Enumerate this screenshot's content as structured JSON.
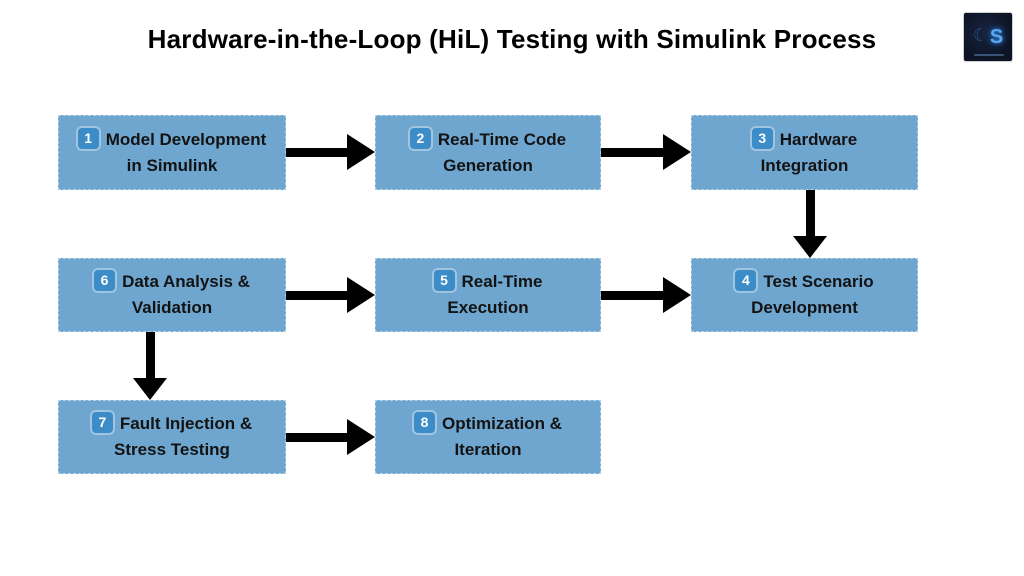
{
  "title": "Hardware-in-the-Loop (HiL) Testing with Simulink Process",
  "logo": {
    "crescent_glyph": "☾",
    "letter": "S"
  },
  "steps": [
    {
      "number": "1",
      "label": "Model Development\nin Simulink"
    },
    {
      "number": "2",
      "label": "Real-Time Code\nGeneration"
    },
    {
      "number": "3",
      "label": "Hardware\nIntegration"
    },
    {
      "number": "4",
      "label": "Test Scenario\nDevelopment"
    },
    {
      "number": "5",
      "label": "Real-Time\nExecution"
    },
    {
      "number": "6",
      "label": "Data Analysis &\nValidation"
    },
    {
      "number": "7",
      "label": "Fault Injection &\nStress Testing"
    },
    {
      "number": "8",
      "label": "Optimization &\nIteration"
    }
  ],
  "flow_arrows": [
    "1→2",
    "2→3",
    "3→4",
    "6→5",
    "5→4",
    "6→7",
    "7→8"
  ],
  "colors": {
    "background": "#ffffff",
    "box_fill": "#6FA6CF",
    "badge_fill": "#3C8CC8",
    "box_text": "#131313",
    "arrow": "#000000",
    "title_text": "#000000",
    "logo_background": "#0d1524",
    "logo_letter": "#5aa7ef"
  }
}
